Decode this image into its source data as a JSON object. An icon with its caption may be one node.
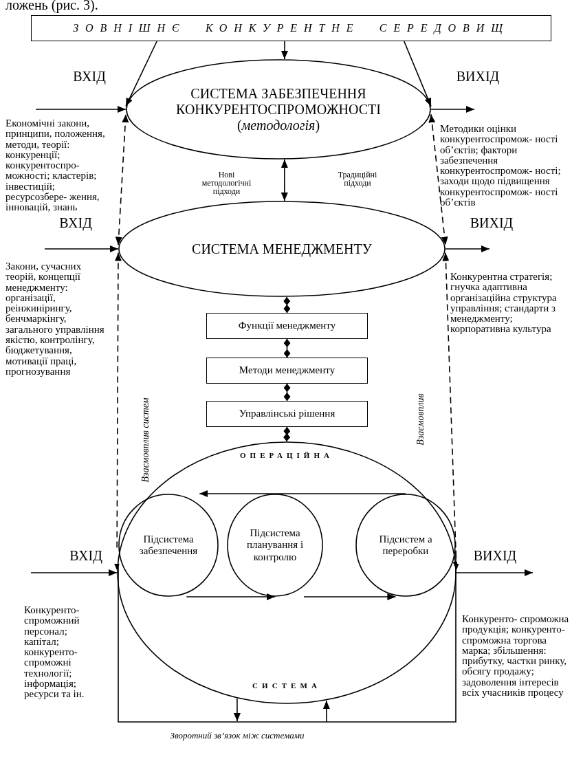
{
  "diagram": {
    "nodes": [
      {
        "text": [
          "ЗОВНІШНЄ КОНКУРЕНТНЕ СЕРЕДОВИЩ"
        ]
      },
      {
        "text": [
          "СИСТЕМА ЗАБЕЗПЕЧЕННЯ КОНКУРЕНТОСПРОМОЖНОСТІ (*методологія*)"
        ]
      },
      {
        "text": [
          "СИСТЕМА МЕНЕДЖМЕНТУ"
        ]
      },
      {
        "text": [
          "Функції менеджменту"
        ]
      },
      {
        "text": [
          "Методи менеджменту"
        ]
      },
      {
        "text": [
          "Управлінські рішення"
        ]
      },
      {
        "text": [
          "ОПЕРАЦІЙНА",
          "СИСТЕМА"
        ]
      },
      {
        "text": [
          "Підсистема забезпечення"
        ],
        "in": 6
      },
      {
        "text": [
          "Підсистема планування і контролю"
        ],
        "in": 6
      },
      {
        "text": [
          "Підсистем а переробки"
        ],
        "in": 6
      }
    ],
    "edges": [
      {
        "from": 0,
        "to": 1,
        "arrow": "to"
      },
      {
        "from": 0,
        "to": 1,
        "arrow": "to"
      },
      {
        "from": 0,
        "to": 1,
        "arrow": "to"
      },
      {
        "from": null,
        "to": 1,
        "arrow": "to",
        "label": "ВХІД"
      },
      {
        "from": 1,
        "to": null,
        "arrow": "to",
        "label": "ВИХІД"
      },
      {
        "from": 1,
        "to": 2,
        "arrow": "both"
      },
      {
        "from": 2,
        "to": 1,
        "arrow": "both",
        "style": "dashed"
      },
      {
        "from": 1,
        "to": 2,
        "arrow": "both",
        "style": "dashed"
      },
      {
        "from": null,
        "to": 2,
        "arrow": "to",
        "label": "ВХІД"
      },
      {
        "from": 2,
        "to": null,
        "arrow": "to",
        "label": "ВИХІД"
      },
      {
        "from": 2,
        "to": 3,
        "arrow": "other"
      },
      {
        "from": 3,
        "to": 4,
        "arrow": "other"
      },
      {
        "from": 4,
        "to": 5,
        "arrow": "other"
      },
      {
        "from": 5,
        "to": 6,
        "arrow": "other"
      },
      {
        "from": 2,
        "to": 6,
        "arrow": "both",
        "style": "dashed"
      },
      {
        "from": 2,
        "to": 6,
        "arrow": "both",
        "style": "dashed"
      },
      {
        "from": null,
        "to": 6,
        "arrow": "to",
        "label": "ВХІД"
      },
      {
        "from": 6,
        "to": null,
        "arrow": "to",
        "label": "ВИХІД"
      },
      {
        "from": 9,
        "to": 7,
        "arrow": "to"
      },
      {
        "from": 7,
        "to": 8,
        "arrow": "to"
      },
      {
        "from": 8,
        "to": 9,
        "arrow": "to"
      },
      {
        "from": 7,
        "to": 9,
        "arrow": "none",
        "label": "Зворотний зв’язок між системами"
      },
      {
        "from": 6,
        "to": null,
        "arrow": "to"
      },
      {
        "from": null,
        "to": 6,
        "arrow": "to"
      }
    ],
    "labels": [
      "ложень (рис. 3).",
      "Економічні закони, принципи, положення, методи, теорії: конкуренції; конкурентоспро- можності; кластерів; інвестицій; ресурсозбере- ження, інновацій, знань",
      "Нові методологічні підходи",
      "Традиційні підходи",
      "Методики оцінки конкурентоспромож- ності об’єктів; фактори забезпечення конкурентоспромож- ності; заходи щодо підвищення конкурентоспромож- ності об’єктів",
      "Закони, сучасних теорій, концепції менеджменту: організації, реінжинірингу, бенчмаркінгу, загального управління якістю, контролінгу, бюджетування, мотивації праці, прогнозування",
      "Конкурентна стратегія; гнучка адаптивна організаційна структура управління; стандарти з менеджменту; корпоративна культура",
      "Взаємовплив систем",
      "Взаємовплив",
      "Конкуренто- спроможний персонал; капітал; конкуренто- спроможні технології; інформація; ресурси та ін.",
      "Конкуренто- спроможна продукція; конкуренто- спроможна торгова марка; збільшення: прибутку, частки ринку, обсягу продажу; задоволення інтересів всіх учасників процесу"
    ]
  }
}
